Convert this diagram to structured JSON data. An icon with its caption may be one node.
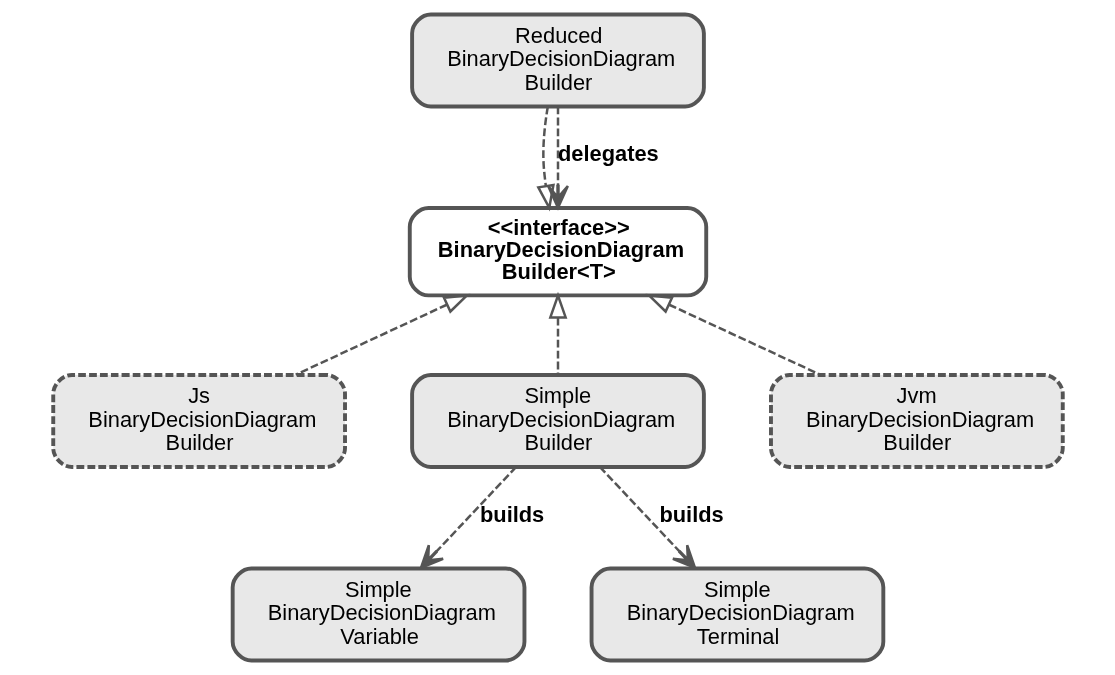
{
  "diagram": {
    "nodes": [
      {
        "text": [
          "Reduced BinaryDecisionDiagram Builder"
        ]
      },
      {
        "text": [
          "<<interface>>",
          "BinaryDecisionDiagram Builder<T>"
        ]
      },
      {
        "text": [
          "Js BinaryDecisionDiagram Builder"
        ]
      },
      {
        "text": [
          "Simple BinaryDecisionDiagram Builder"
        ]
      },
      {
        "text": [
          "Jvm BinaryDecisionDiagram Builder"
        ]
      },
      {
        "text": [
          "Simple BinaryDecisionDiagram Variable"
        ]
      },
      {
        "text": [
          "Simple BinaryDecisionDiagram Terminal"
        ]
      }
    ],
    "edges": [
      {
        "from": 0,
        "to": 1,
        "arrow": "to",
        "style": "dashed"
      },
      {
        "from": 0,
        "to": 1,
        "arrow": "to",
        "style": "dashed",
        "label": "delegates"
      },
      {
        "from": 2,
        "to": 1,
        "arrow": "to",
        "style": "dashed"
      },
      {
        "from": 3,
        "to": 1,
        "arrow": "to",
        "style": "dashed"
      },
      {
        "from": 4,
        "to": 1,
        "arrow": "to",
        "style": "dashed"
      },
      {
        "from": 3,
        "to": 5,
        "arrow": "to",
        "style": "dashed",
        "label": "builds"
      },
      {
        "from": 3,
        "to": 6,
        "arrow": "to",
        "style": "dashed",
        "label": "builds"
      }
    ]
  }
}
